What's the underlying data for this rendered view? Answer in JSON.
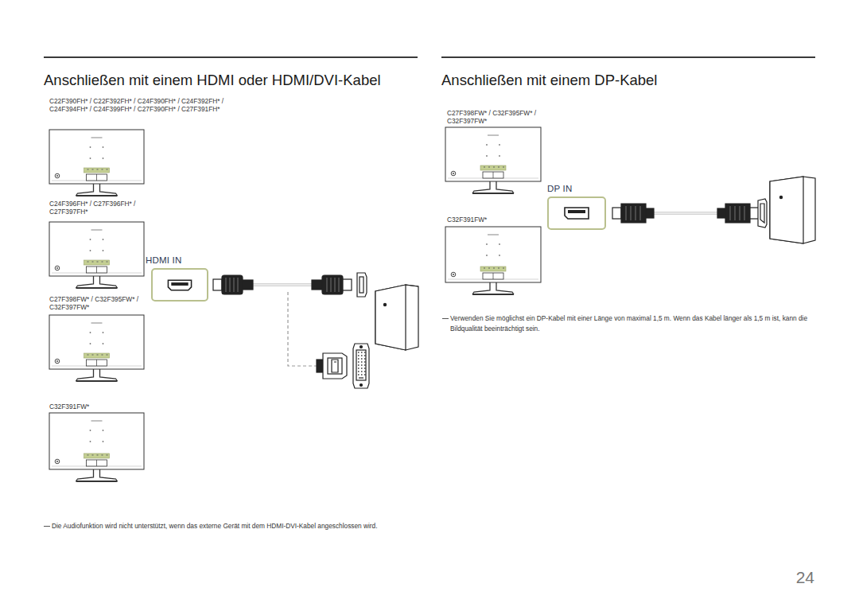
{
  "diagram": {
    "nodes": [
      {
        "text": [
          "HDMI IN"
        ]
      },
      {
        "text": [
          "DP IN"
        ]
      }
    ],
    "labels": [
      "Anschließen mit einem HDMI oder HDMI/DVI-Kabel",
      "C22F390FH* / C22F392FH* / C24F390FH* / C24F392FH* / C24F394FH* / C24F399FH* / C27F390FH* / C27F391FH*",
      "C24F396FH* / C27F396FH* / C27F397FH*",
      "C27F398FW* / C32F395FW* / C32F397FW*",
      "C32F391FW*",
      "Die Audiofunktion wird nicht unterstützt, wenn das externe Gerät mit dem HDMI-DVI-Kabel angeschlossen wird.",
      "Anschließen mit einem DP-Kabel",
      "C27F398FW* / C32F395FW* / C32F397FW*",
      "C32F391FW*",
      "Verwenden Sie möglichst ein DP-Kabel mit einer Länge von maximal 1,5 m. Wenn das Kabel länger als 1,5 m ist, kann die Bildqualität beeinträchtigt sein.",
      "24"
    ]
  }
}
